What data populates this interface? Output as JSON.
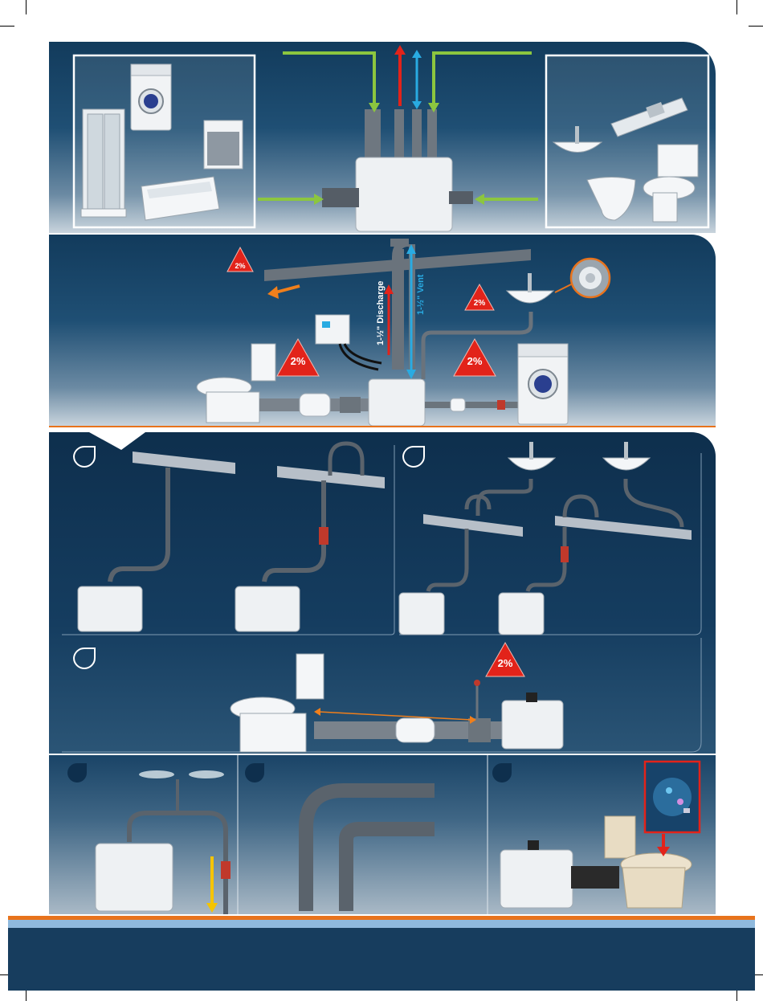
{
  "labels": {
    "discharge": "1-½\" Discharge",
    "vent": "1-½\" Vent"
  },
  "badges": {
    "slope": "2%"
  },
  "colors": {
    "panel_dark": "#0e2f4d",
    "panel_mid": "#1f4f74",
    "arrow_green": "#8cc63f",
    "arrow_red": "#e2231a",
    "arrow_blue": "#29abe2",
    "arrow_orange": "#f07f1b",
    "arrow_yellow": "#f5c400",
    "footer_orange": "#e8731c",
    "footer_blue": "#8fb9dd",
    "footer_navy": "#173d5e"
  },
  "icons": [
    "shower-cabin-icon",
    "washing-machine-icon",
    "dishwasher-icon",
    "bathtub-icon",
    "sink-icon",
    "kitchen-sink-icon",
    "bidet-icon",
    "toilet-icon",
    "pump-unit-icon",
    "check-valve-icon",
    "control-box-icon",
    "drain-strainer-icon",
    "vent-icon",
    "warning-triangle-icon"
  ]
}
